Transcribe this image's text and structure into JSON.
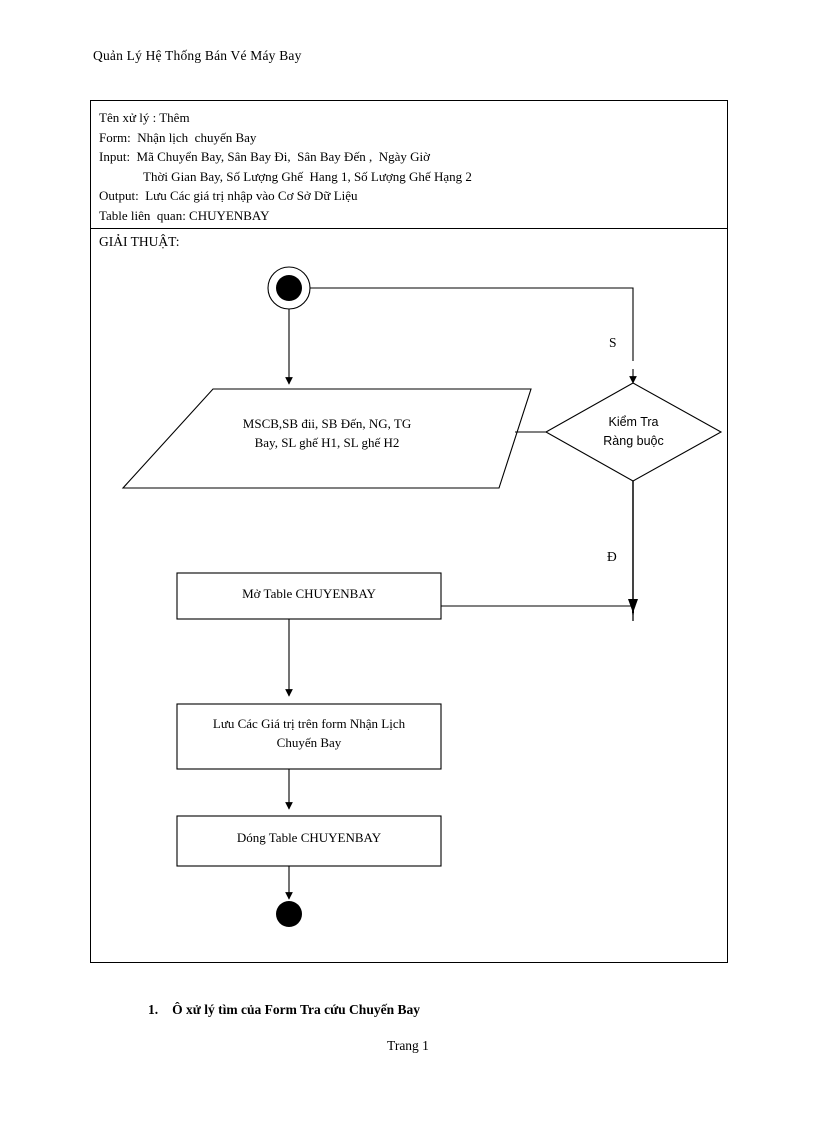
{
  "document": {
    "header_title": "Quản Lý Hệ Thống Bán Vé Máy Bay",
    "page_number": "Trang 1",
    "footer_item_number": "1.",
    "footer_item_text": "Ô xử lý tìm của Form Tra cứu Chuyến Bay"
  },
  "spec_box": {
    "lines": [
      "Tên xử lý : Thêm",
      "Form:  Nhận lịch  chuyến Bay",
      "Input:  Mã Chuyển Bay, Sân Bay Đi,  Sân Bay Đến ,  Ngày Giờ",
      "Thời Gian Bay, Số Lượng Ghế  Hang 1, Số Lượng Ghế Hạng 2",
      "Output:  Lưu Các giá trị nhập vào Cơ Sở Dữ Liệu",
      "Table liên  quan: CHUYENBAY"
    ]
  },
  "algorithm": {
    "section_label": "GIẢI THUẬT:",
    "nodes": {
      "start": "start-node",
      "input": {
        "line1": "MSCB,SB đii,  SB Đến, NG, TG",
        "line2": "Bay, SL ghế H1, SL ghế H2"
      },
      "decision": {
        "line1": "Kiểm Tra",
        "line2": "Ràng buộc"
      },
      "process1": "Mở Table CHUYENBAY",
      "process2": {
        "line1": "Lưu Các Giá trị trên form Nhận Lịch",
        "line2": "Chuyến Bay"
      },
      "process3": "Dóng Table CHUYENBAY",
      "end": "end-node"
    },
    "branch_labels": {
      "false_label": "S",
      "true_label": "Đ"
    }
  },
  "colors": {
    "ink": "#000000",
    "paper": "#ffffff"
  }
}
